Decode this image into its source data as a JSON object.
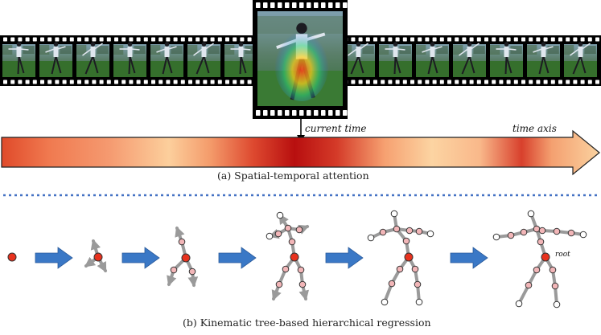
{
  "section_a": {
    "caption": "(a) Spatial-temporal attention",
    "current_time_label": "current time",
    "time_axis_label": "time axis"
  },
  "section_b": {
    "caption": "(b) Kinematic tree-based hierarchical regression",
    "root_label": "root"
  },
  "colors": {
    "film": "#000000",
    "grass": "#2f6e2a",
    "arrow_blue": "#3a78c6",
    "joint_red": "#e8321e",
    "joint_pink": "#f2b6b8",
    "bone_gray": "#9a9a9a",
    "divider_blue": "#4472c4",
    "time_light": "#fdd3a0",
    "time_dark": "#b80f0f"
  },
  "filmstrip": {
    "left_frames": 7,
    "right_frames": 7
  }
}
